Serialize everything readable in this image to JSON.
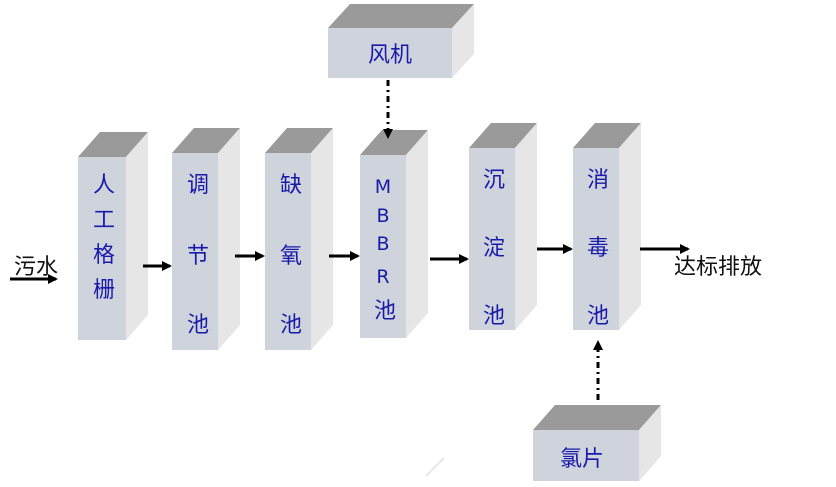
{
  "input_label": "污水",
  "output_label": "达标排放",
  "stages": [
    {
      "id": "screen",
      "label": "人工格栅"
    },
    {
      "id": "regulating",
      "label": "调节池"
    },
    {
      "id": "anoxic",
      "label": "缺氧池"
    },
    {
      "id": "mbbr",
      "label": "MBBR池"
    },
    {
      "id": "sedimentation",
      "label": "沉淀池"
    },
    {
      "id": "disinfection",
      "label": "消毒池"
    }
  ],
  "auxiliary": {
    "blower": "风机",
    "chlorine_tablets": "氯片"
  },
  "colors": {
    "box_front": "#cfd3dc",
    "box_top": "#9a9a9a",
    "box_side": "#e6e6e6",
    "label_text": "#1a1aaa"
  }
}
